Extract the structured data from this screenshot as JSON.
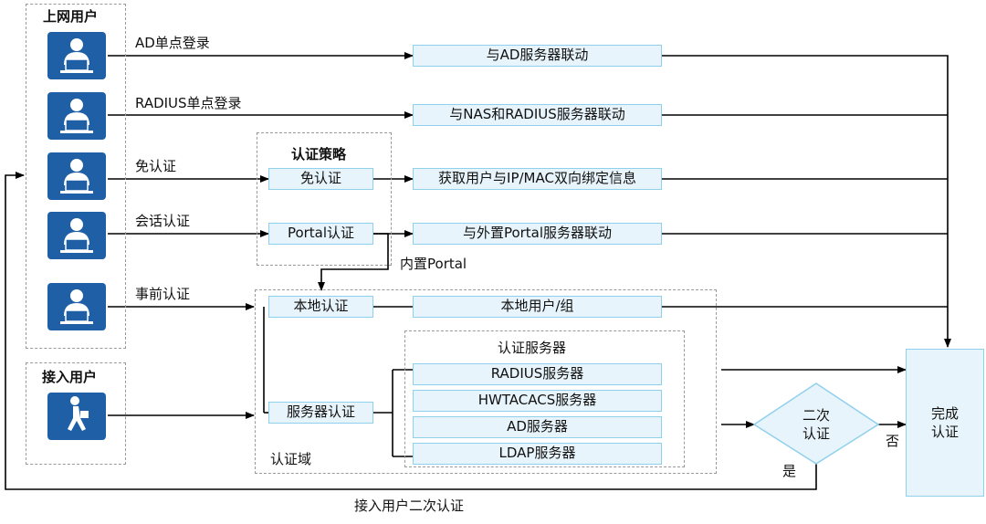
{
  "groups": {
    "online_users": "上网用户",
    "access_users": "接入用户",
    "auth_policy": "认证策略",
    "auth_domain": "认证域",
    "auth_servers": "认证服务器"
  },
  "edge_labels": {
    "ad_sso": "AD单点登录",
    "radius_sso": "RADIUS单点登录",
    "exempt": "免认证",
    "session": "会话认证",
    "pre_auth": "事前认证",
    "builtin_portal": "内置Portal",
    "access_reauth": "接入用户二次认证",
    "yes": "是",
    "no": "否"
  },
  "policy_items": {
    "exempt": "免认证",
    "portal": "Portal认证"
  },
  "actions": {
    "ad_link": "与AD服务器联动",
    "nas_radius_link": "与NAS和RADIUS服务器联动",
    "ip_mac_bind": "获取用户与IP/MAC双向绑定信息",
    "ext_portal_link": "与外置Portal服务器联动"
  },
  "domain_items": {
    "local_auth": "本地认证",
    "server_auth": "服务器认证",
    "local_users": "本地用户/组"
  },
  "servers": [
    "RADIUS服务器",
    "HWTACACS服务器",
    "AD服务器",
    "LDAP服务器"
  ],
  "decision": {
    "line1": "二次",
    "line2": "认证"
  },
  "result": {
    "line1": "完成",
    "line2": "认证"
  },
  "colors": {
    "icon_blue": "#1f5fa6",
    "box_fill": "#e8f4fb",
    "box_border": "#8fd0ec",
    "dashed_border": "#9a9a9a",
    "arrow": "#000000"
  }
}
